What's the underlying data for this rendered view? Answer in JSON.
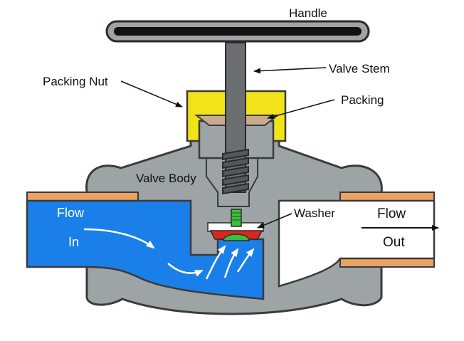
{
  "labels": {
    "handle": "Handle",
    "valve_stem": "Valve Stem",
    "packing_nut": "Packing Nut",
    "packing": "Packing",
    "valve_body": "Valve Body",
    "washer": "Washer",
    "flow_in_1": "Flow",
    "flow_in_2": "In",
    "flow_out_1": "Flow",
    "flow_out_2": "Out"
  },
  "colors": {
    "body": "#9ea3a6",
    "outline": "#3a3a3a",
    "water": "#1a7fe8",
    "pipe": "#e9a262",
    "packing_nut": "#f2e21a",
    "packing": "#c8ab8c",
    "stem": "#6c6f72",
    "handle": "#1a1a1a",
    "washer": "#e0261c",
    "screw": "#3cbf3c"
  }
}
